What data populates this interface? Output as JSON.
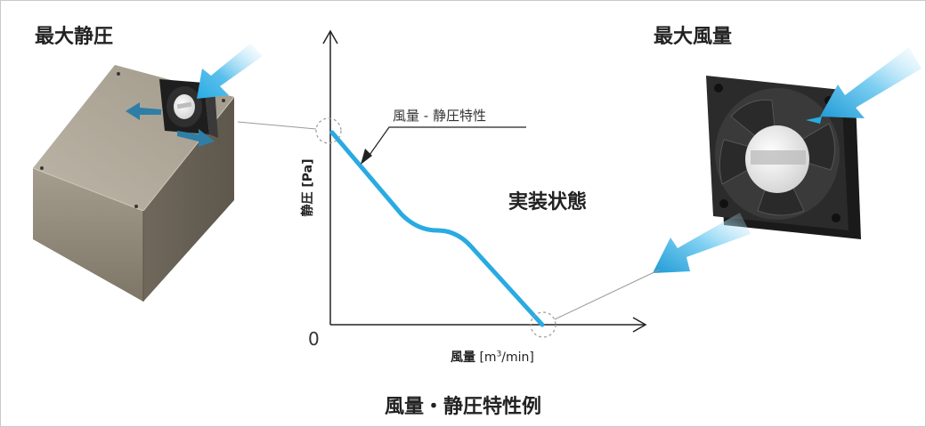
{
  "labels": {
    "max_static_pressure": "最大静圧",
    "max_airflow": "最大風量",
    "curve_label": "風量 - 静圧特性",
    "mounted_state": "実装状態",
    "y_axis_label": "静圧 [Pa]",
    "x_axis_label_main": "風量",
    "x_axis_unit_prefix": "[m",
    "x_axis_unit_sup": "3",
    "x_axis_unit_suffix": "/min]",
    "origin": "0",
    "caption": "風量・静圧特性例"
  },
  "colors": {
    "curve": "#29abe2",
    "arrow_dark": "#2e7ea6",
    "arrow_light": "#5bc0ec",
    "axis": "#222222",
    "box_fill": "#8c8474",
    "fan_body": "#2b2b2b"
  },
  "icons": {
    "enclosure": "enclosure-box-icon",
    "fan": "cooling-fan-icon",
    "airflow": "airflow-arrow-icon"
  }
}
